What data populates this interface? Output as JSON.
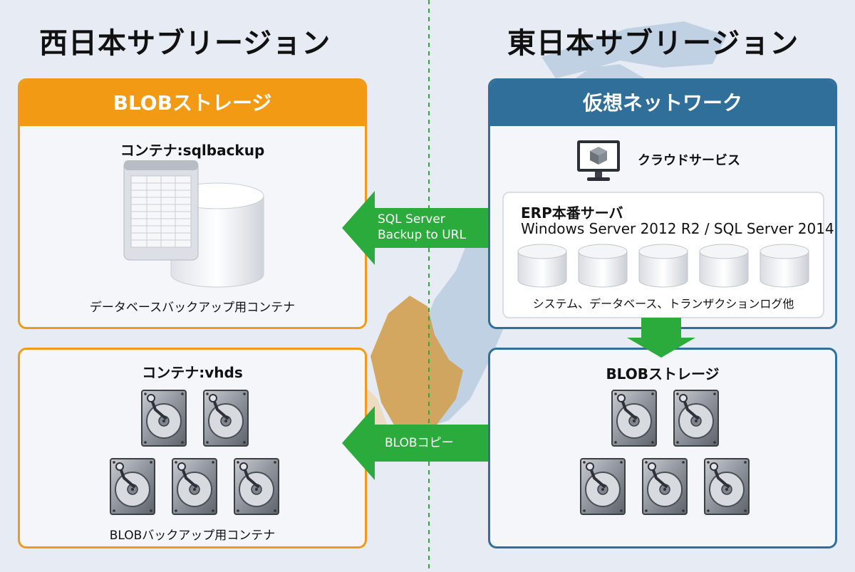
{
  "west": {
    "title": "西日本サブリージョン",
    "storage": {
      "header": "BLOBストレージ",
      "sql_container": {
        "name": "コンテナ:sqlbackup",
        "caption": "データベースバックアップ用コンテナ"
      }
    },
    "vhd_container": {
      "name": "コンテナ:vhds",
      "caption": "BLOBバックアップ用コンテナ"
    }
  },
  "east": {
    "title": "東日本サブリージョン",
    "vnet": {
      "header": "仮想ネットワーク",
      "cloud_service": "クラウドサービス",
      "server": {
        "title": "ERP本番サーバ",
        "os": "Windows Server 2012 R2 / SQL Server 2014",
        "disks_caption": "システム、データベース、トランザクションログ他"
      }
    },
    "storage": {
      "header": "BLOBストレージ"
    }
  },
  "arrows": {
    "sql_backup_line1": "SQL Server",
    "sql_backup_line2": "Backup to URL",
    "blob_copy": "BLOBコピー"
  },
  "colors": {
    "orange": "#f29a14",
    "blue": "#2f6f9a",
    "green": "#2bab3c",
    "map_east": "#b9cce0",
    "map_west": "#d0a050"
  }
}
